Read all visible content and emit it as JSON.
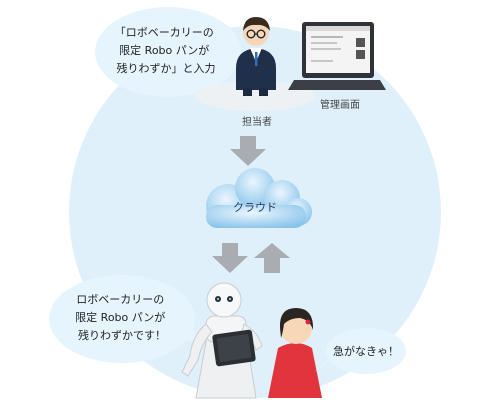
{
  "speech": {
    "operator_lines": [
      "「ロボベーカリーの",
      "限定 Robo パンが",
      "残りわずか」と入力"
    ],
    "robot_lines": [
      "ロボベーカリーの",
      "限定 Robo パンが",
      "残りわずかです！"
    ],
    "girl": "急がなきゃ！"
  },
  "labels": {
    "operator": "担当者",
    "admin_screen": "管理画面",
    "cloud": "クラウド"
  },
  "colors": {
    "background_circle": "#dff0fb",
    "bubble": "#e6f4fd",
    "arrow": "#a9adb1",
    "cloud": "#a9d6f3"
  }
}
